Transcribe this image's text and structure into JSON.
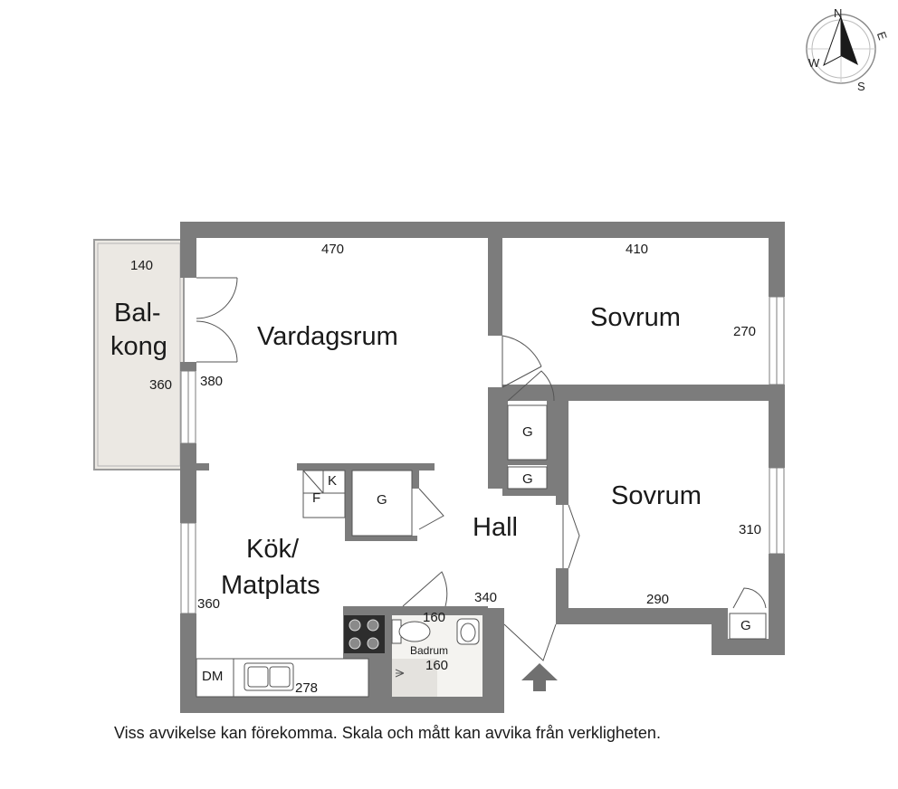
{
  "rooms": {
    "balcony_line1": "Bal-",
    "balcony_line2": "kong",
    "living": "Vardagsrum",
    "bedroom1": "Sovrum",
    "bedroom2": "Sovrum",
    "hall": "Hall",
    "kitchen_line1": "Kök/",
    "kitchen_line2": "Matplats",
    "bathroom": "Badrum"
  },
  "fixtures": {
    "wardrobe": "G",
    "kitchen_k": "K",
    "kitchen_f": "F",
    "dishwasher": "DM"
  },
  "dimensions": {
    "balcony_width": "140",
    "balcony_length": "360",
    "living_width": "470",
    "living_depth": "380",
    "bedroom1_width": "410",
    "bedroom1_depth": "270",
    "bedroom2_depth": "310",
    "bedroom2_width": "290",
    "hall_length": "340",
    "kitchen_depth": "360",
    "counter_length": "278",
    "bath_width": "160",
    "bath_depth": "160"
  },
  "compass": {
    "n": "N",
    "e": "E",
    "s": "S",
    "w": "W"
  },
  "disclaimer": "Viss avvikelse kan förekomma. Skala och mått kan avvika från verkligheten."
}
